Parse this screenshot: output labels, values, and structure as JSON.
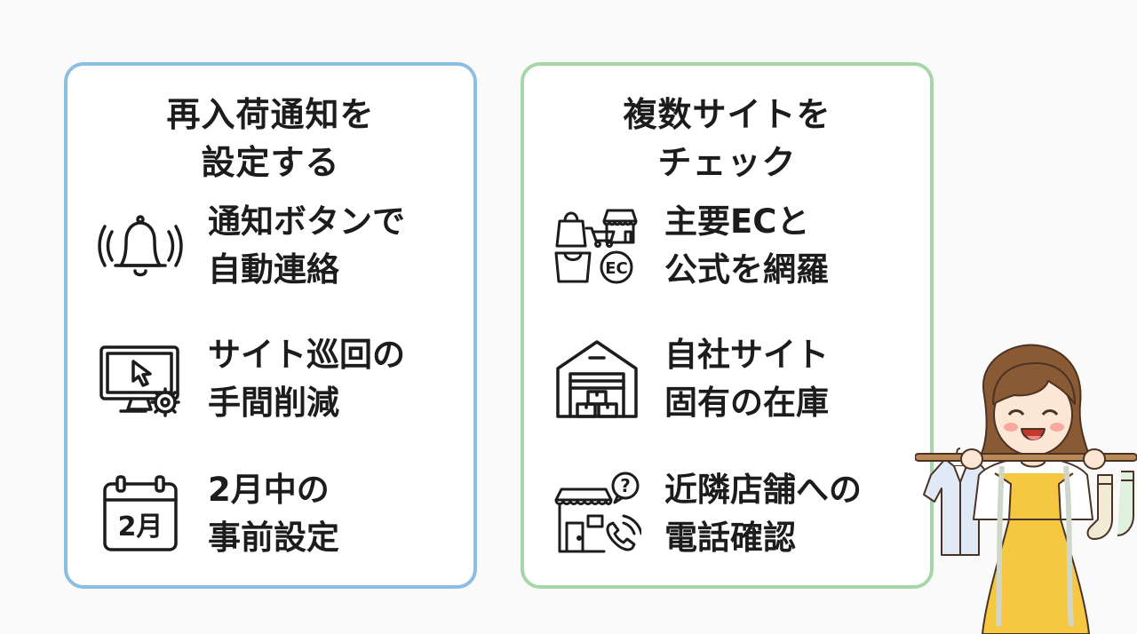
{
  "left_panel": {
    "title_line1": "再入荷通知を",
    "title_line2": "設定する",
    "border_color": "#8cbde2",
    "items": [
      {
        "icon": "bell-icon",
        "line1": "通知ボタンで",
        "line2": "自動連絡"
      },
      {
        "icon": "monitor-cursor-gear-icon",
        "line1": "サイト巡回の",
        "line2": "手間削減"
      },
      {
        "icon": "calendar-icon",
        "icon_label": "2月",
        "line1": "2月中の",
        "line2": "事前設定"
      }
    ]
  },
  "right_panel": {
    "title_line1": "複数サイトを",
    "title_line2": "チェック",
    "border_color": "#a6d6a8",
    "items": [
      {
        "icon": "shopping-ec-icon",
        "icon_label": "EC",
        "line1": "主要ECと",
        "line2": "公式を網羅"
      },
      {
        "icon": "warehouse-icon",
        "line1": "自社サイト",
        "line2": "固有の在庫"
      },
      {
        "icon": "store-phone-question-icon",
        "icon_label": "?",
        "line1": "近隣店舗への",
        "line2": "電話確認"
      }
    ]
  },
  "character": {
    "icon": "shop-staff-woman-illustration",
    "apron_color": "#f6c842"
  }
}
